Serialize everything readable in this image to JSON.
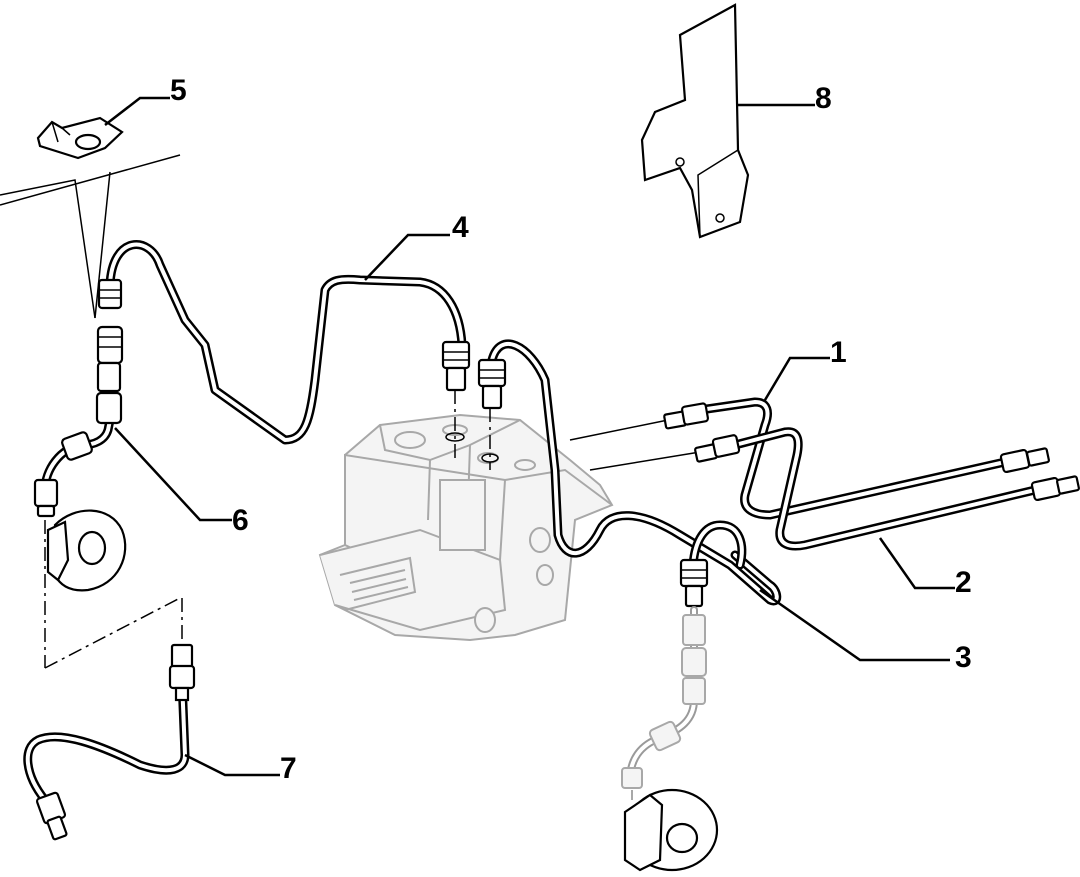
{
  "callouts": [
    {
      "id": "1",
      "label": "1"
    },
    {
      "id": "2",
      "label": "2"
    },
    {
      "id": "3",
      "label": "3"
    },
    {
      "id": "4",
      "label": "4"
    },
    {
      "id": "5",
      "label": "5"
    },
    {
      "id": "6",
      "label": "6"
    },
    {
      "id": "7",
      "label": "7"
    },
    {
      "id": "8",
      "label": "8"
    }
  ],
  "colors": {
    "line": "#000000",
    "ghost": "#a8a8a8",
    "background": "#ffffff"
  }
}
